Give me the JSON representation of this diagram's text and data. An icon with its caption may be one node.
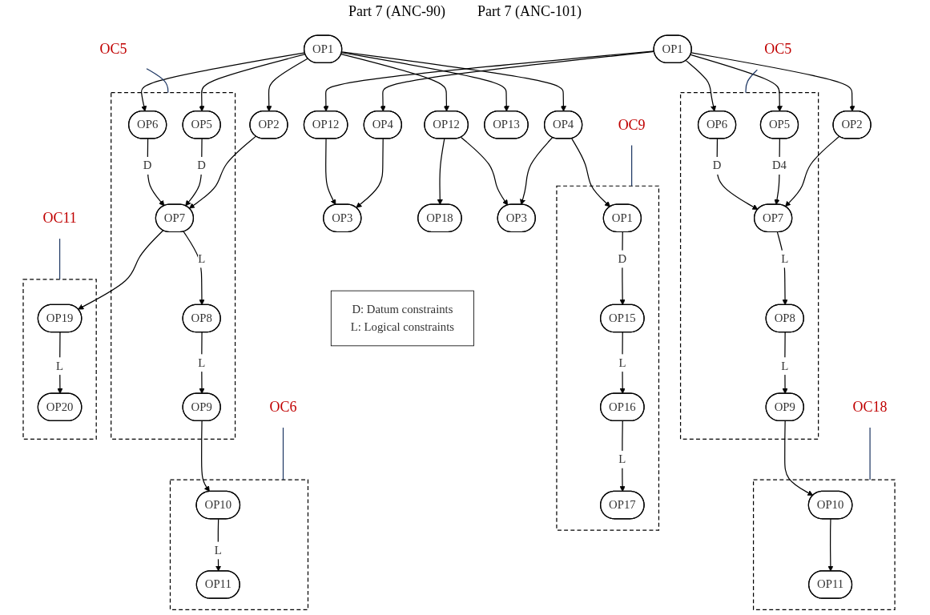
{
  "diagram": {
    "nodes": [
      {
        "text": [
          "OP1"
        ]
      },
      {
        "text": [],
        "shape": "box"
      },
      {
        "text": [
          "OP6"
        ],
        "in": 1
      },
      {
        "text": [
          "OP5"
        ],
        "in": 1
      },
      {
        "text": [
          "OP2"
        ]
      },
      {
        "text": [
          "OP12"
        ]
      },
      {
        "text": [
          "OP4"
        ]
      },
      {
        "text": [
          "OP7"
        ],
        "in": 1
      },
      {
        "text": [
          "OP3"
        ]
      },
      {
        "text": [
          "D: Datum constraints",
          "L: Logical constraints"
        ]
      },
      {
        "text": [
          "OP8"
        ],
        "in": 1
      },
      {
        "text": [
          "OP9"
        ],
        "in": 1
      },
      {
        "text": [],
        "shape": "box"
      },
      {
        "text": [
          "OP10"
        ],
        "in": 12
      },
      {
        "text": [
          "OP11"
        ],
        "in": 12
      },
      {
        "text": [
          "OC5"
        ]
      },
      {
        "text": [
          "OC18"
        ]
      },
      {
        "text": [
          "OP1"
        ]
      },
      {
        "text": [],
        "shape": "box"
      },
      {
        "text": [
          "OP6"
        ],
        "in": 18
      },
      {
        "text": [
          "OP5"
        ],
        "in": 18
      },
      {
        "text": [
          "OP2"
        ]
      },
      {
        "text": [
          "OP12"
        ]
      },
      {
        "text": [
          "OP4"
        ]
      },
      {
        "text": [
          "OP13"
        ]
      },
      {
        "text": [
          "OP7"
        ],
        "in": 18
      },
      {
        "text": [
          "OP18"
        ]
      },
      {
        "text": [
          "OP3"
        ]
      },
      {
        "text": [],
        "shape": "box"
      },
      {
        "text": [
          "OP1"
        ],
        "in": 28
      },
      {
        "text": [
          "OP8"
        ],
        "in": 18
      },
      {
        "text": [
          "OC5"
        ]
      },
      {
        "text": [
          "OP15"
        ],
        "in": 28
      },
      {
        "text": [
          "OP16"
        ],
        "in": 28
      },
      {
        "text": [
          "OP9"
        ],
        "in": 18
      },
      {
        "text": [],
        "shape": "box"
      },
      {
        "text": [
          "OP19"
        ],
        "in": 35
      },
      {
        "text": [
          "OP20"
        ],
        "in": 35
      },
      {
        "text": [],
        "shape": "box"
      },
      {
        "text": [
          "OP10"
        ],
        "in": 38
      },
      {
        "text": [
          "OP11"
        ],
        "in": 38
      },
      {
        "text": [
          "OP17"
        ],
        "in": 28
      },
      {
        "text": [
          "OC11"
        ]
      },
      {
        "text": [
          "OC6"
        ]
      },
      {
        "text": [
          "OC9"
        ]
      }
    ],
    "edges": [
      {
        "from": 0,
        "to": 2,
        "arrow": "to"
      },
      {
        "from": 0,
        "to": 3,
        "arrow": "to"
      },
      {
        "from": 0,
        "to": 4,
        "arrow": "to"
      },
      {
        "from": 0,
        "to": 5,
        "arrow": "to"
      },
      {
        "from": 0,
        "to": 6,
        "arrow": "to"
      },
      {
        "from": 2,
        "to": 7,
        "arrow": "to",
        "label": "D"
      },
      {
        "from": 3,
        "to": 7,
        "arrow": "to",
        "label": "D4"
      },
      {
        "from": 4,
        "to": 7,
        "arrow": "to"
      },
      {
        "from": 5,
        "to": 8,
        "arrow": "to"
      },
      {
        "from": 6,
        "to": 8,
        "arrow": "to"
      },
      {
        "from": 7,
        "to": 10,
        "arrow": "to",
        "label": "L"
      },
      {
        "from": 10,
        "to": 11,
        "arrow": "to",
        "label": "L"
      },
      {
        "from": 11,
        "to": 13,
        "arrow": "to"
      },
      {
        "from": 13,
        "to": 14,
        "arrow": "to"
      },
      {
        "from": 15,
        "to": 1,
        "arrow": "none",
        "color": "#1f3864"
      },
      {
        "from": 16,
        "to": 12,
        "arrow": "none",
        "color": "#1f3864"
      },
      {
        "from": 17,
        "to": 19,
        "arrow": "to"
      },
      {
        "from": 17,
        "to": 20,
        "arrow": "to"
      },
      {
        "from": 17,
        "to": 21,
        "arrow": "to"
      },
      {
        "from": 17,
        "to": 22,
        "arrow": "to"
      },
      {
        "from": 17,
        "to": 23,
        "arrow": "to"
      },
      {
        "from": 17,
        "to": 24,
        "arrow": "to"
      },
      {
        "from": 19,
        "to": 25,
        "arrow": "to",
        "label": "D"
      },
      {
        "from": 20,
        "to": 25,
        "arrow": "to",
        "label": "D"
      },
      {
        "from": 21,
        "to": 25,
        "arrow": "to"
      },
      {
        "from": 22,
        "to": 26,
        "arrow": "to"
      },
      {
        "from": 22,
        "to": 27,
        "arrow": "to"
      },
      {
        "from": 23,
        "to": 27,
        "arrow": "to"
      },
      {
        "from": 23,
        "to": 29,
        "arrow": "to"
      },
      {
        "from": 25,
        "to": 30,
        "arrow": "to",
        "label": "L"
      },
      {
        "from": 29,
        "to": 32,
        "arrow": "to",
        "label": "D"
      },
      {
        "from": 30,
        "to": 34,
        "arrow": "to",
        "label": "L"
      },
      {
        "from": 32,
        "to": 33,
        "arrow": "to",
        "label": "L"
      },
      {
        "from": 25,
        "to": 36,
        "arrow": "to"
      },
      {
        "from": 36,
        "to": 37,
        "arrow": "to",
        "label": "L"
      },
      {
        "from": 34,
        "to": 39,
        "arrow": "to"
      },
      {
        "from": 39,
        "to": 40,
        "arrow": "to",
        "label": "L"
      },
      {
        "from": 33,
        "to": 41,
        "arrow": "to",
        "label": "L"
      },
      {
        "from": 31,
        "to": 18,
        "arrow": "none",
        "color": "#1f3864"
      },
      {
        "from": 42,
        "to": 35,
        "arrow": "none",
        "color": "#1f3864"
      },
      {
        "from": 43,
        "to": 38,
        "arrow": "none",
        "color": "#1f3864"
      },
      {
        "from": 44,
        "to": 28,
        "arrow": "none",
        "color": "#1f3864"
      }
    ],
    "labels": [
      "Part 7 (ANC-90)",
      "Part 7 (ANC-101)"
    ]
  }
}
